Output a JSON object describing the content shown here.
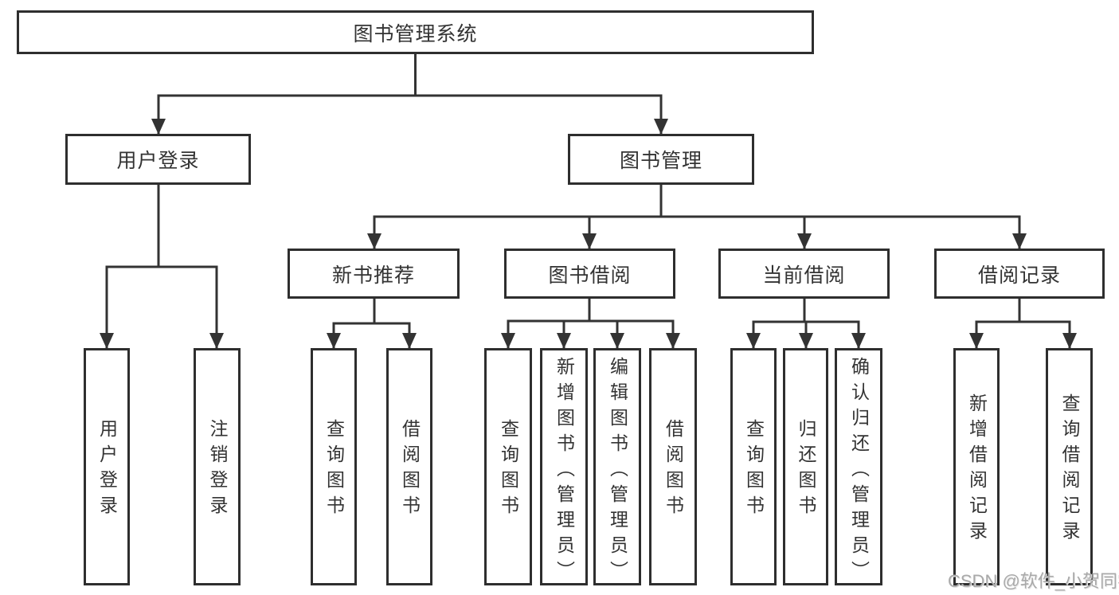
{
  "diagram": {
    "root": {
      "label": "图书管理系统"
    },
    "level2": [
      {
        "label": "用户登录",
        "children": [
          {
            "label": "用户登录"
          },
          {
            "label": "注销登录"
          }
        ]
      },
      {
        "label": "图书管理",
        "children": [
          {
            "label": "新书推荐",
            "children": [
              {
                "label": "查询图书"
              },
              {
                "label": "借阅图书"
              }
            ]
          },
          {
            "label": "图书借阅",
            "children": [
              {
                "label": "查询图书"
              },
              {
                "label": "新增图书（管理员）"
              },
              {
                "label": "编辑图书（管理员）"
              },
              {
                "label": "借阅图书"
              }
            ]
          },
          {
            "label": "当前借阅",
            "children": [
              {
                "label": "查询图书"
              },
              {
                "label": "归还图书"
              },
              {
                "label": "确认归还（管理员）"
              }
            ]
          },
          {
            "label": "借阅记录",
            "children": [
              {
                "label": "新增借阅记录"
              },
              {
                "label": "查询借阅记录"
              }
            ]
          }
        ]
      }
    ]
  },
  "watermark": {
    "text": "CSDN @软件_小贺同学"
  },
  "colors": {
    "background": "#ffffff",
    "box_border": "#2e2e2e",
    "box_fill": "#ffffff",
    "connector_line": "#333333",
    "text": "#333333",
    "watermark_text": "#a9a9a9"
  }
}
